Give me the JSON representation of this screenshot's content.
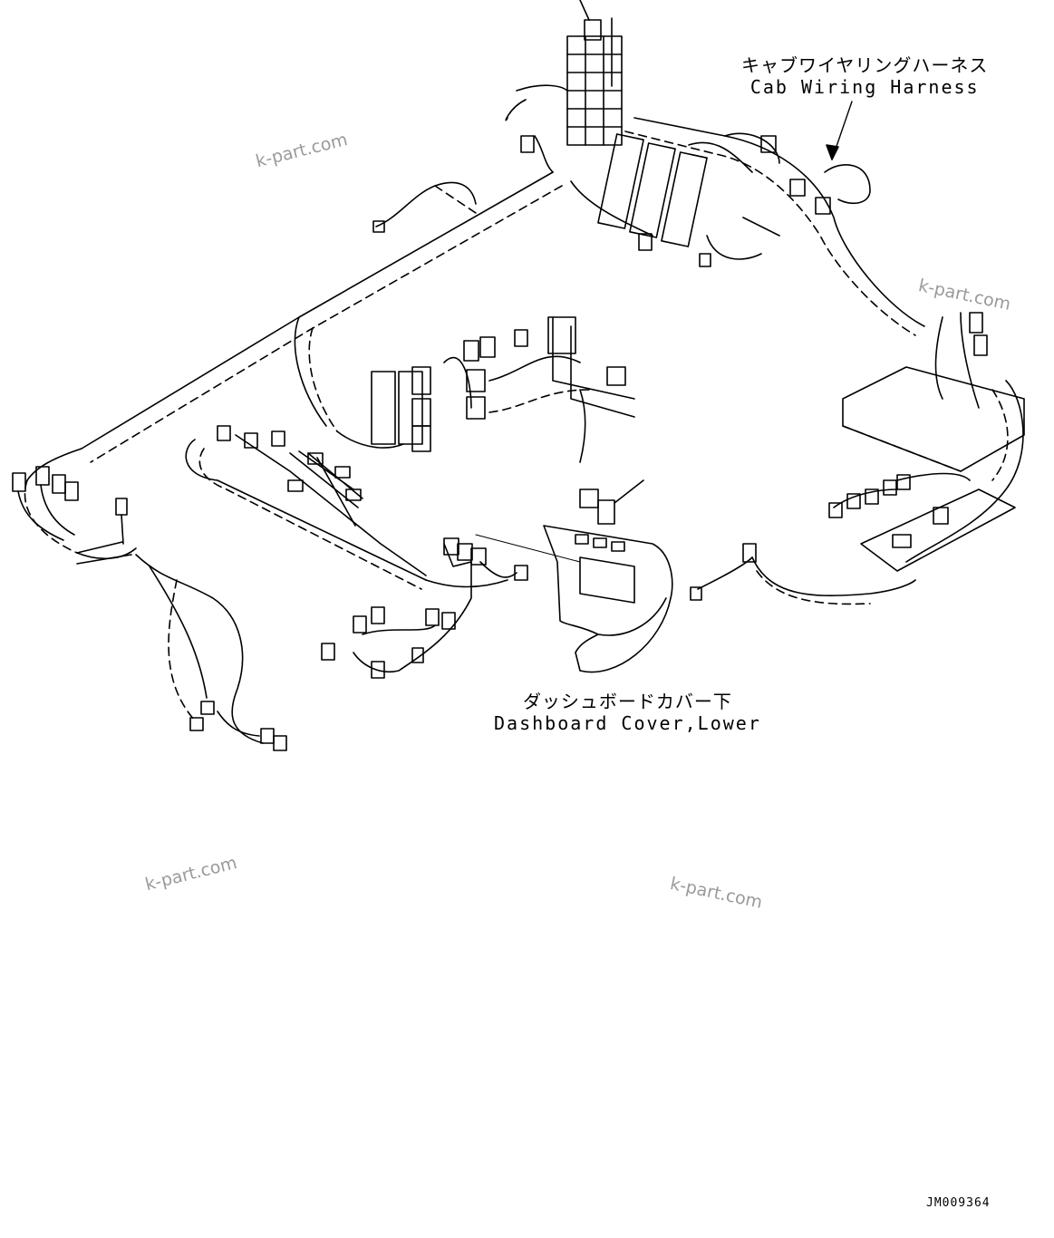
{
  "callouts": {
    "cab_harness": {
      "jp": "キャブワイヤリングハーネス",
      "en": "Cab Wiring Harness"
    },
    "dash_cover": {
      "jp": "ダッシュボードカバー下",
      "en": "Dashboard Cover,Lower"
    }
  },
  "watermarks": [
    "k-part.com",
    "k-part.com",
    "k-part.com",
    "k-part.com"
  ],
  "drawing_id": "JM009364"
}
